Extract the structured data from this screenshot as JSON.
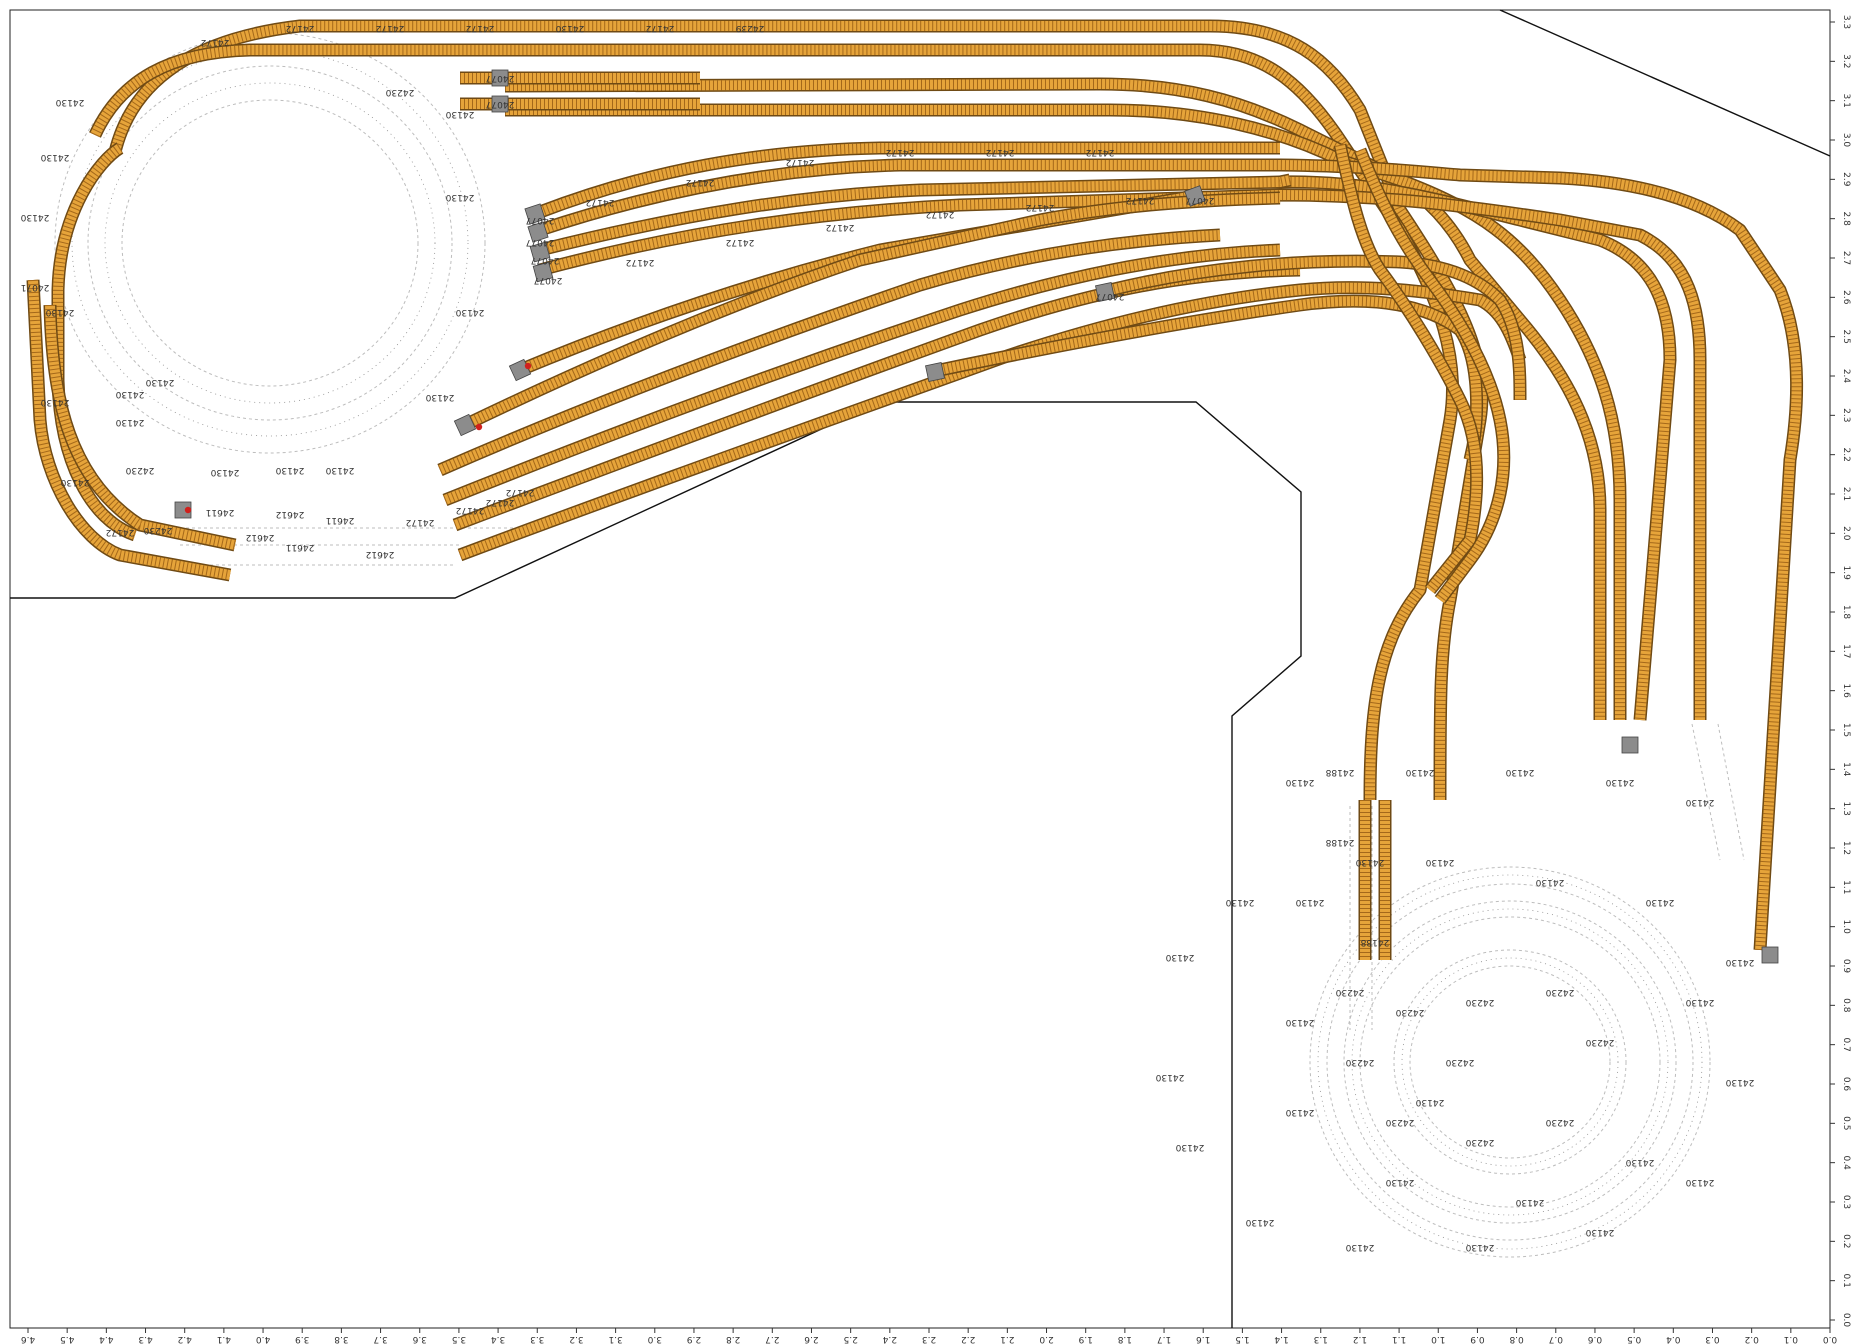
{
  "colors": {
    "track_fill": "#e6a43a",
    "track_dark": "#a4681a",
    "track_edge": "#6f4a14",
    "hidden_track": "#bdbdbd",
    "bumper": "#8c8c8c",
    "dot": "#d0201c",
    "edge": "#111111"
  },
  "axes": {
    "bottom": [
      "4.6",
      "4.5",
      "4.4",
      "4.3",
      "4.2",
      "4.1",
      "4.0",
      "3.9",
      "3.8",
      "3.7",
      "3.6",
      "3.5",
      "3.4",
      "3.3",
      "3.2",
      "3.1",
      "3.0",
      "2.9",
      "2.8",
      "2.7",
      "2.6",
      "2.5",
      "2.4",
      "2.3",
      "2.2",
      "2.1",
      "2.0",
      "1.9",
      "1.8",
      "1.7",
      "1.6",
      "1.5",
      "1.4",
      "1.3",
      "1.2",
      "1.1",
      "1.0",
      "0.9",
      "0.8",
      "0.7",
      "0.6",
      "0.5",
      "0.4",
      "0.3",
      "0.2",
      "0.1",
      "0.0"
    ],
    "right": [
      "3.3",
      "3.2",
      "3.1",
      "3.0",
      "2.9",
      "2.8",
      "2.7",
      "2.6",
      "2.5",
      "2.4",
      "2.3",
      "2.2",
      "2.1",
      "2.0",
      "1.9",
      "1.8",
      "1.7",
      "1.6",
      "1.5",
      "1.4",
      "1.3",
      "1.2",
      "1.1",
      "1.0",
      "0.9",
      "0.8",
      "0.7",
      "0.6",
      "0.5",
      "0.4",
      "0.3",
      "0.2",
      "0.1",
      "0.0"
    ]
  },
  "part_labels": [
    "24172",
    "24230",
    "24172",
    "24172",
    "24172",
    "24172",
    "24130",
    "24172",
    "24239",
    "24230",
    "24130",
    "24130",
    "24130",
    "24130",
    "24130",
    "24130",
    "24130",
    "24130",
    "24230",
    "24130",
    "24130",
    "24130",
    "24071",
    "24130",
    "24130",
    "24130",
    "24130",
    "24130",
    "24172",
    "24172",
    "24172",
    "24172",
    "24172",
    "24172",
    "24172",
    "24172",
    "24172",
    "24172",
    "24172",
    "24172",
    "24188",
    "24188",
    "24188",
    "24130",
    "24130",
    "24130",
    "24130",
    "24130",
    "24130",
    "24130",
    "24130",
    "24130",
    "24130",
    "24130",
    "24130",
    "24130",
    "24130",
    "24130",
    "24130",
    "24130",
    "24130",
    "24130",
    "24130",
    "24130",
    "24130",
    "24130",
    "24130",
    "24130",
    "24130",
    "24130",
    "24130",
    "24230",
    "24230",
    "24230",
    "24230",
    "24230",
    "24230",
    "24230",
    "24230",
    "24230",
    "24230",
    "24611",
    "24612",
    "24611",
    "24612",
    "24611",
    "24612",
    "24172",
    "24172",
    "24172",
    "24172",
    "24077",
    "24077",
    "24077",
    "24077",
    "24077",
    "24077",
    "24077",
    "24077"
  ]
}
